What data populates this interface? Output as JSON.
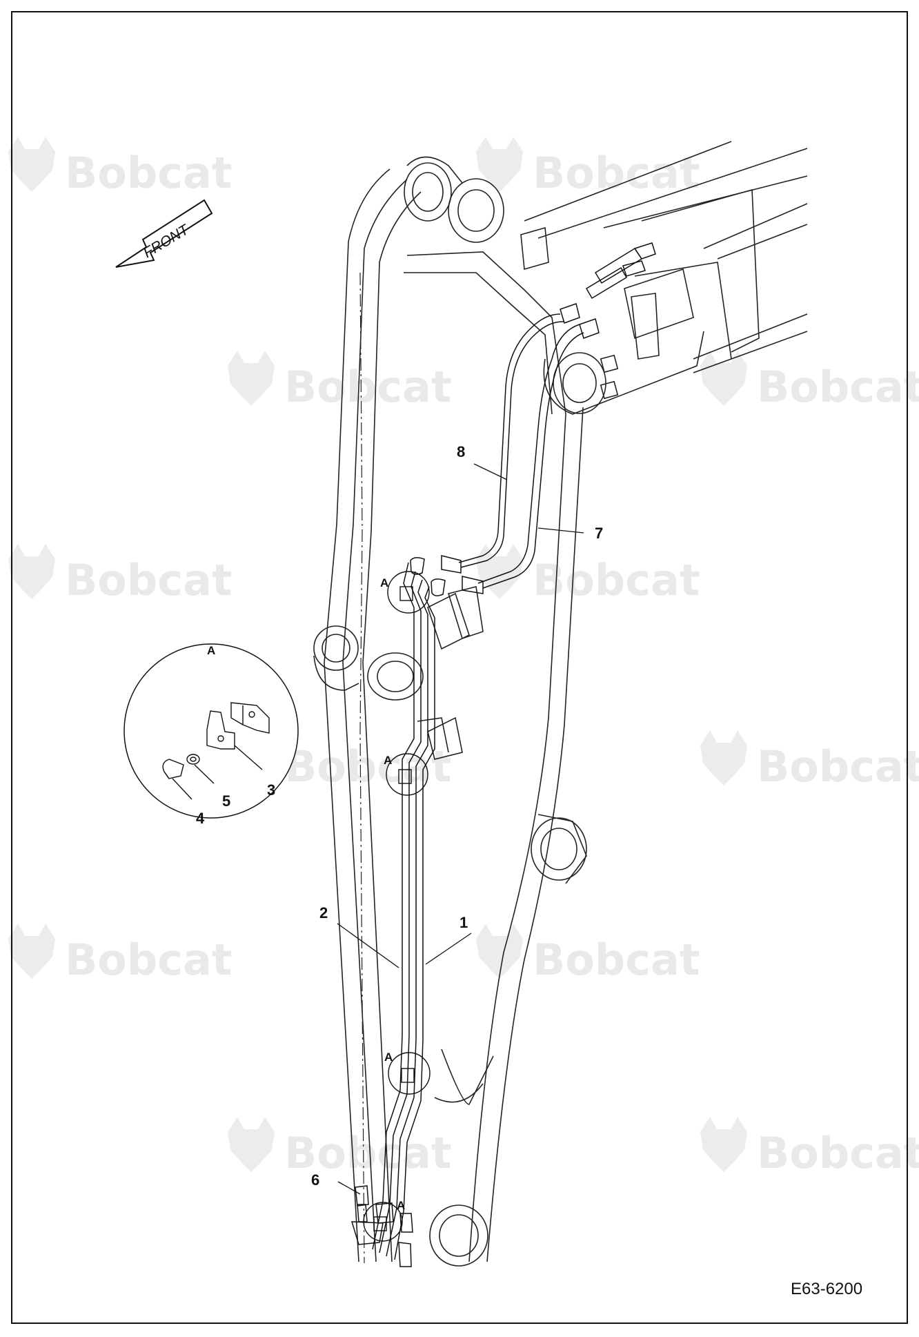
{
  "watermark": {
    "text": "Bobcat",
    "reg": "®"
  },
  "front_label": "FRONT",
  "detail_view": {
    "label": "A"
  },
  "callouts": [
    "1",
    "2",
    "3",
    "4",
    "5",
    "6",
    "7",
    "8"
  ],
  "clamp_label": "A",
  "drawing_code": "E63-6200"
}
